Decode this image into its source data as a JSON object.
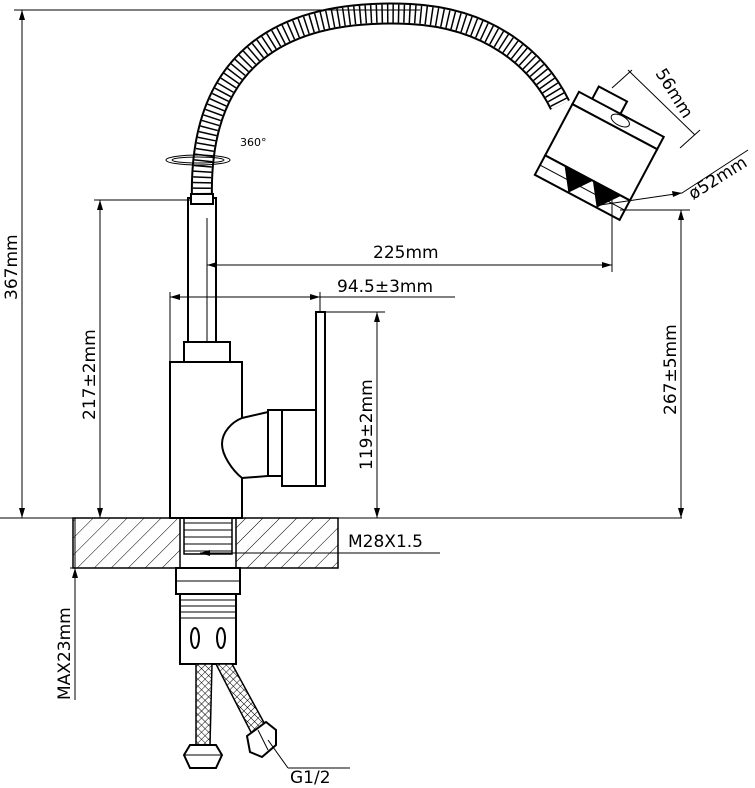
{
  "dimensions": {
    "total_height": "367mm",
    "spout_reach": "225mm",
    "body_offset": "94.5±3mm",
    "body_height": "217±2mm",
    "handle_height": "119±2mm",
    "outlet_height": "267±5mm",
    "head_length": "56mm",
    "head_diameter": "ø52mm",
    "thread": "M28X1.5",
    "max_thickness": "MAX23mm",
    "connection": "G1/2",
    "rotation": "360°"
  },
  "colors": {
    "line": "#000000",
    "background": "#ffffff"
  }
}
